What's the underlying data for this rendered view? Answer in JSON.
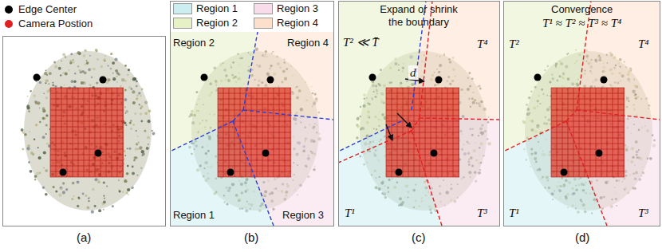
{
  "diagram": {
    "labels": [
      "Expand or shrink the boundary",
      "Convergence",
      "T¹ ≈ T² ≈ T³ ≈ T⁴",
      "Region 2",
      "Region 4",
      "Region 1",
      "Region 3",
      "T² ≪ T̄",
      "d",
      "T⁴",
      "T¹",
      "T³",
      "T²",
      "T⁴",
      "T¹",
      "T³",
      "(a)",
      "(b)",
      "(c)",
      "(d)"
    ],
    "legend": [
      {
        "text": "Edge Center"
      },
      {
        "text": "Camera Postion"
      },
      {
        "text": "Region 1",
        "color": "#cdeef0"
      },
      {
        "text": "Region 2",
        "color": "#e6f1c6"
      },
      {
        "text": "Region 3",
        "color": "#f8dcea"
      },
      {
        "text": "Region 4",
        "color": "#fde0cc"
      }
    ]
  }
}
